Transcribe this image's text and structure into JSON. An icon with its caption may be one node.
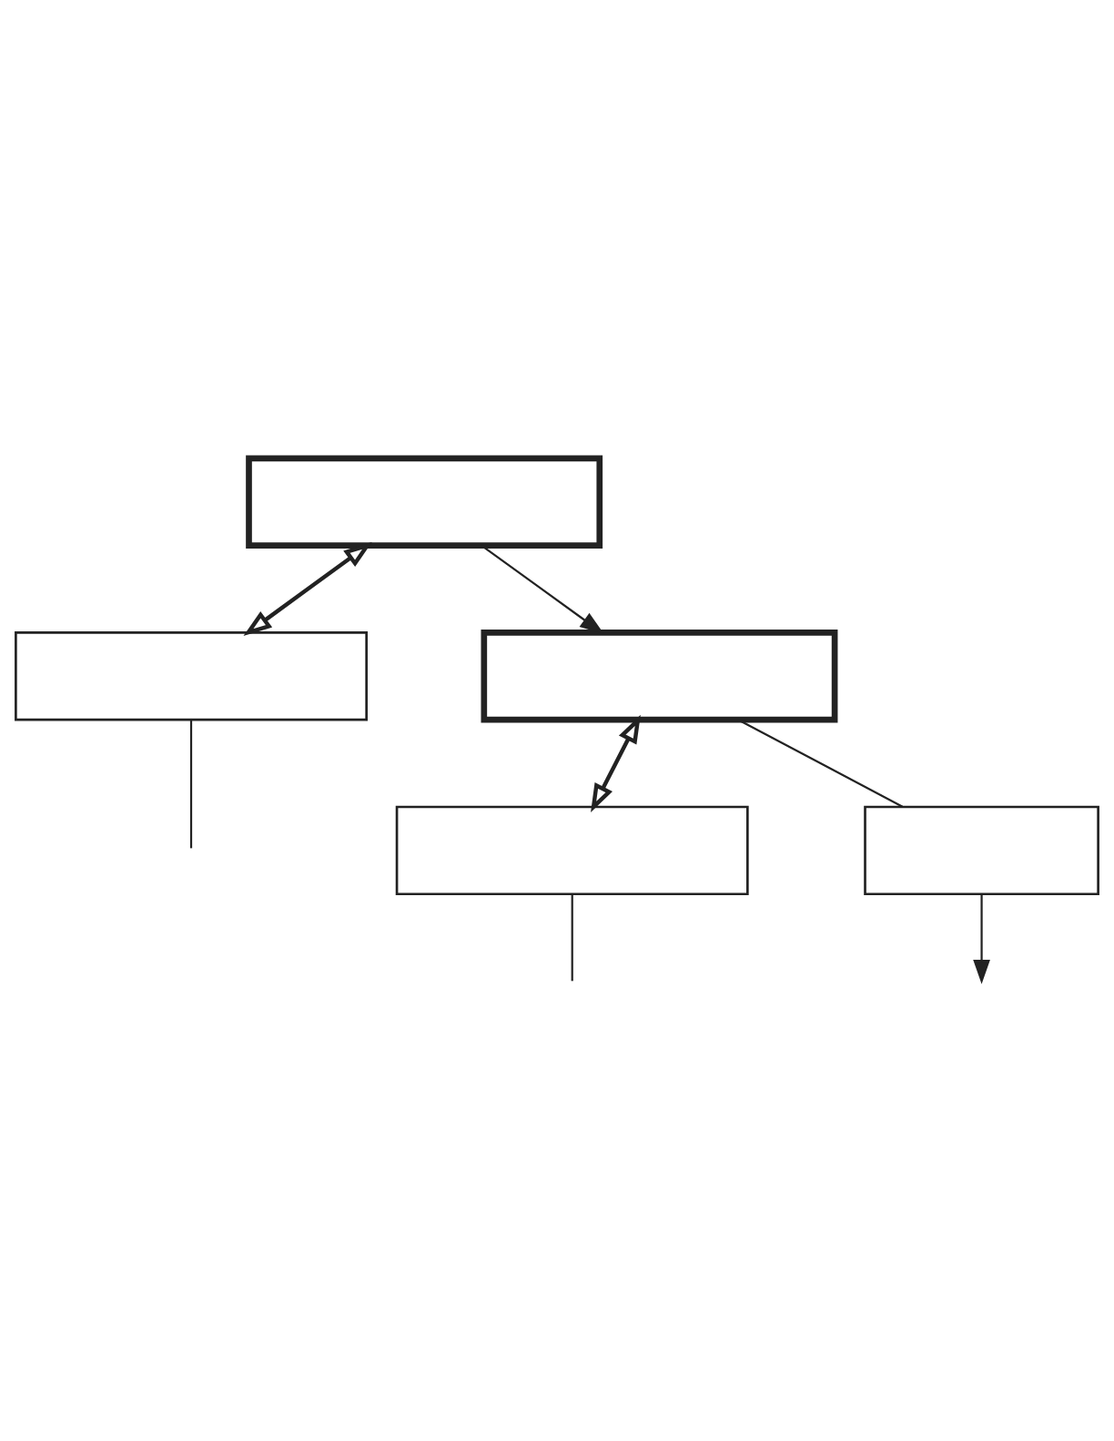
{
  "diagram": {
    "nodes": [
      {
        "text": [],
        "shape": "box"
      },
      {
        "text": [],
        "shape": "box"
      },
      {
        "text": [],
        "shape": "box"
      },
      {
        "text": [],
        "shape": "box"
      },
      {
        "text": [],
        "shape": "box"
      }
    ],
    "edges": [
      {
        "from": 0,
        "to": 2,
        "arrow": "to"
      },
      {
        "from": 0,
        "to": 1,
        "arrow": "both"
      },
      {
        "from": 1,
        "to": null,
        "arrow": "none"
      },
      {
        "from": 2,
        "to": 3,
        "arrow": "both"
      },
      {
        "from": 3,
        "to": null,
        "arrow": "none"
      },
      {
        "from": 2,
        "to": 4,
        "arrow": "none"
      },
      {
        "from": 4,
        "to": null,
        "arrow": "to"
      }
    ]
  }
}
